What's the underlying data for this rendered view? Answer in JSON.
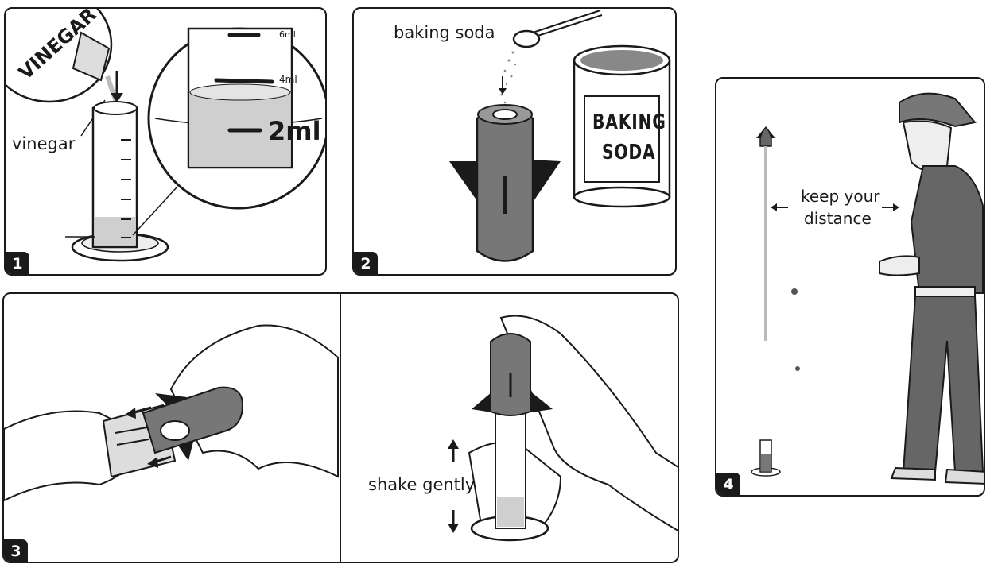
{
  "steps": [
    {
      "number": "1",
      "labels": {
        "liquid": "vinegar",
        "bottle": "VINEGAR",
        "mark_top": "6ml",
        "mark_mid": "4ml",
        "mark_low": "2ml"
      }
    },
    {
      "number": "2",
      "labels": {
        "powder": "baking soda",
        "can_line1": "BAKING",
        "can_line2": "SODA"
      }
    },
    {
      "number": "3",
      "labels": {
        "action": "shake gently"
      }
    },
    {
      "number": "4",
      "labels": {
        "line1": "keep your",
        "line2": "distance"
      }
    }
  ]
}
